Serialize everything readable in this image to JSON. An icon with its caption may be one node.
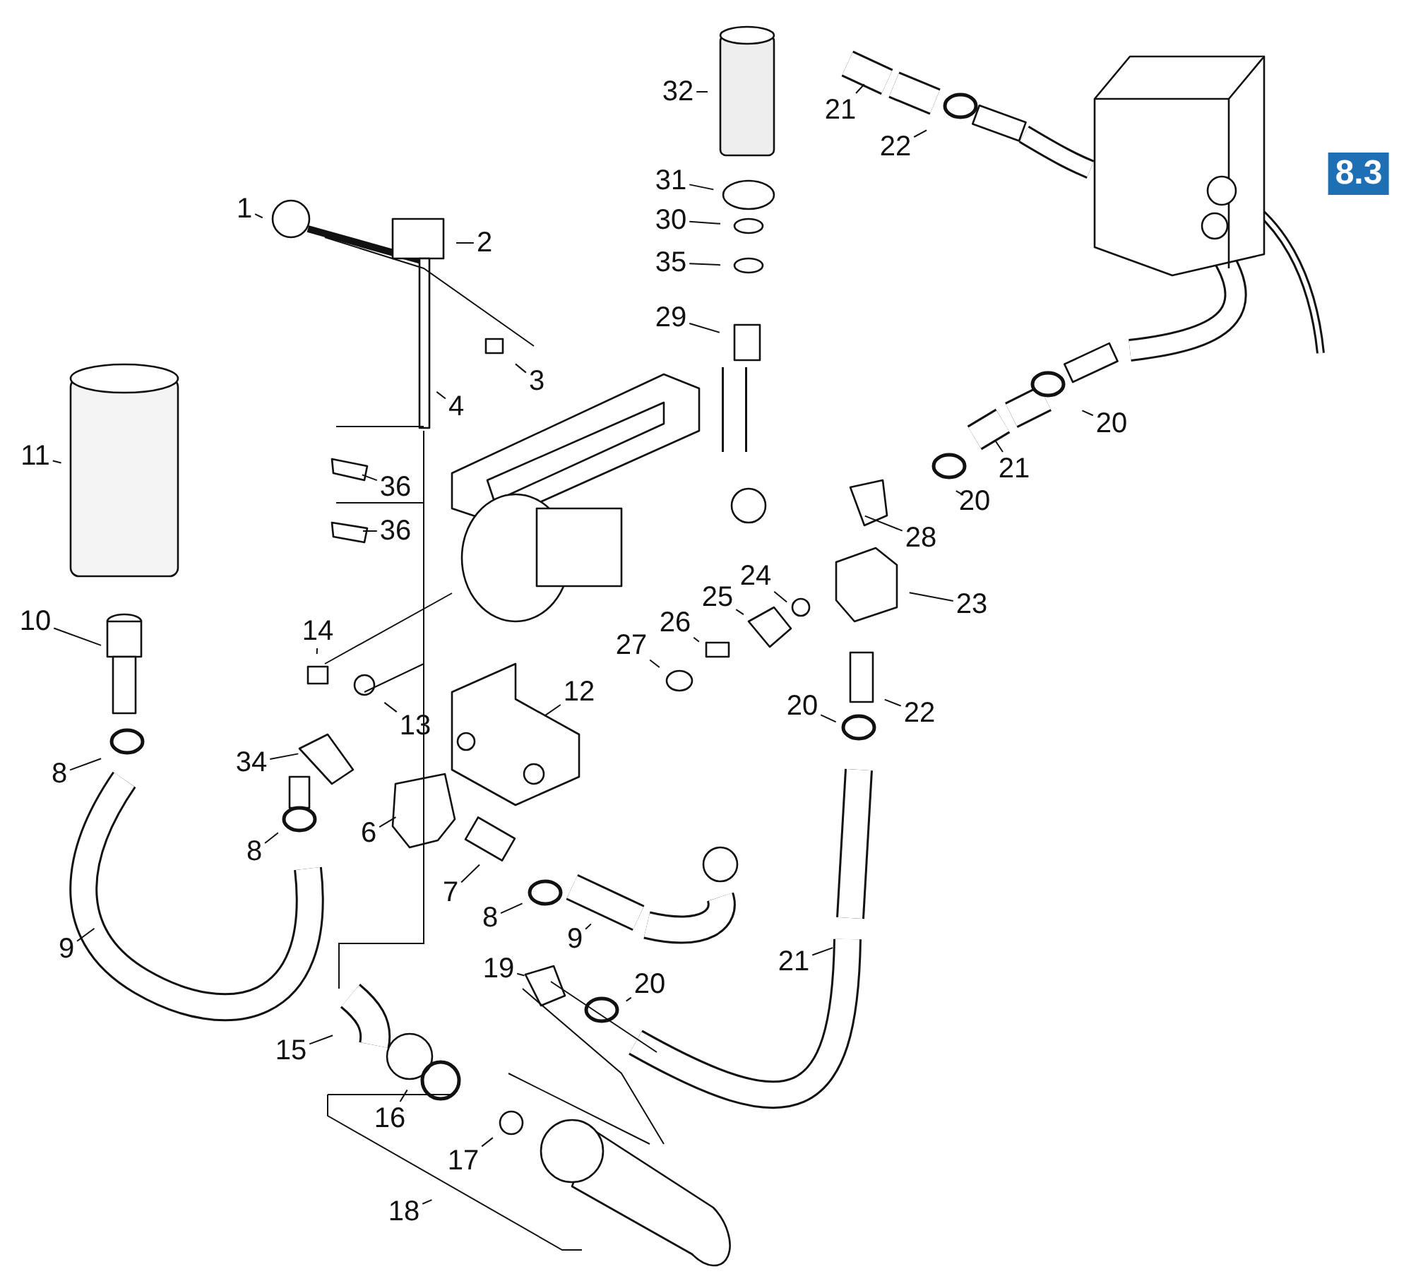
{
  "diagram": {
    "nodes": [
      {
        "text": [
          "32"
        ]
      },
      {
        "text": [
          "21"
        ]
      },
      {
        "text": [
          "22"
        ]
      },
      {
        "text": [
          "8.3"
        ]
      },
      {
        "text": [
          "31"
        ]
      },
      {
        "text": [
          "1"
        ]
      },
      {
        "text": [
          "2"
        ]
      },
      {
        "text": [
          "30"
        ]
      },
      {
        "text": [
          "35"
        ]
      },
      {
        "text": [
          "29"
        ]
      },
      {
        "text": [
          "3"
        ]
      },
      {
        "text": [
          "4"
        ]
      },
      {
        "text": [
          "20"
        ]
      },
      {
        "text": [
          "11"
        ]
      },
      {
        "text": [
          "21"
        ]
      },
      {
        "text": [
          "36"
        ]
      },
      {
        "text": [
          "20"
        ]
      },
      {
        "text": [
          "36"
        ]
      },
      {
        "text": [
          "28"
        ]
      },
      {
        "text": [
          "24"
        ]
      },
      {
        "text": [
          "25"
        ]
      },
      {
        "text": [
          "23"
        ]
      },
      {
        "text": [
          "26"
        ]
      },
      {
        "text": [
          "10"
        ]
      },
      {
        "text": [
          "27"
        ]
      },
      {
        "text": [
          "14"
        ]
      },
      {
        "text": [
          "12"
        ]
      },
      {
        "text": [
          "13"
        ]
      },
      {
        "text": [
          "20"
        ]
      },
      {
        "text": [
          "22"
        ]
      },
      {
        "text": [
          "34"
        ]
      },
      {
        "text": [
          "8"
        ]
      },
      {
        "text": [
          "6"
        ]
      },
      {
        "text": [
          "8"
        ]
      },
      {
        "text": [
          "7"
        ]
      },
      {
        "text": [
          "8"
        ]
      },
      {
        "text": [
          "9"
        ]
      },
      {
        "text": [
          "9"
        ]
      },
      {
        "text": [
          "21"
        ]
      },
      {
        "text": [
          "19"
        ]
      },
      {
        "text": [
          "20"
        ]
      },
      {
        "text": [
          "15"
        ]
      },
      {
        "text": [
          "16"
        ]
      },
      {
        "text": [
          "17"
        ]
      },
      {
        "text": [
          "18"
        ]
      }
    ],
    "edges": [
      {
        "from": 0,
        "to": null,
        "arrow": "none"
      },
      {
        "from": 1,
        "to": null,
        "arrow": "none"
      },
      {
        "from": 2,
        "to": null,
        "arrow": "none"
      },
      {
        "from": 4,
        "to": null,
        "arrow": "none"
      },
      {
        "from": 5,
        "to": null,
        "arrow": "none"
      },
      {
        "from": 6,
        "to": null,
        "arrow": "none"
      },
      {
        "from": 7,
        "to": null,
        "arrow": "none"
      },
      {
        "from": 8,
        "to": null,
        "arrow": "none"
      },
      {
        "from": 9,
        "to": null,
        "arrow": "none"
      },
      {
        "from": 10,
        "to": null,
        "arrow": "none"
      },
      {
        "from": 11,
        "to": null,
        "arrow": "none"
      },
      {
        "from": 12,
        "to": null,
        "arrow": "none"
      },
      {
        "from": 13,
        "to": null,
        "arrow": "none"
      },
      {
        "from": 14,
        "to": null,
        "arrow": "none"
      },
      {
        "from": 15,
        "to": null,
        "arrow": "none"
      },
      {
        "from": 16,
        "to": null,
        "arrow": "none"
      },
      {
        "from": 17,
        "to": null,
        "arrow": "none"
      },
      {
        "from": 18,
        "to": null,
        "arrow": "none"
      },
      {
        "from": 19,
        "to": null,
        "arrow": "none"
      },
      {
        "from": 20,
        "to": null,
        "arrow": "none"
      },
      {
        "from": 21,
        "to": null,
        "arrow": "none"
      },
      {
        "from": 22,
        "to": null,
        "arrow": "none"
      },
      {
        "from": 23,
        "to": null,
        "arrow": "none"
      },
      {
        "from": 24,
        "to": null,
        "arrow": "none"
      },
      {
        "from": 25,
        "to": null,
        "arrow": "none"
      },
      {
        "from": 26,
        "to": null,
        "arrow": "none"
      },
      {
        "from": 27,
        "to": null,
        "arrow": "none"
      },
      {
        "from": 28,
        "to": null,
        "arrow": "none"
      },
      {
        "from": 29,
        "to": null,
        "arrow": "none"
      },
      {
        "from": 30,
        "to": null,
        "arrow": "none"
      },
      {
        "from": 31,
        "to": null,
        "arrow": "none"
      },
      {
        "from": 32,
        "to": null,
        "arrow": "none"
      },
      {
        "from": 33,
        "to": null,
        "arrow": "none"
      },
      {
        "from": 34,
        "to": null,
        "arrow": "none"
      },
      {
        "from": 35,
        "to": null,
        "arrow": "none"
      },
      {
        "from": 36,
        "to": null,
        "arrow": "none"
      },
      {
        "from": 37,
        "to": null,
        "arrow": "none"
      },
      {
        "from": 38,
        "to": null,
        "arrow": "none"
      },
      {
        "from": 39,
        "to": null,
        "arrow": "none"
      },
      {
        "from": 40,
        "to": null,
        "arrow": "none"
      },
      {
        "from": 41,
        "to": null,
        "arrow": "none"
      },
      {
        "from": 42,
        "to": null,
        "arrow": "none"
      },
      {
        "from": 43,
        "to": null,
        "arrow": "none"
      },
      {
        "from": 44,
        "to": null,
        "arrow": "none"
      }
    ]
  }
}
